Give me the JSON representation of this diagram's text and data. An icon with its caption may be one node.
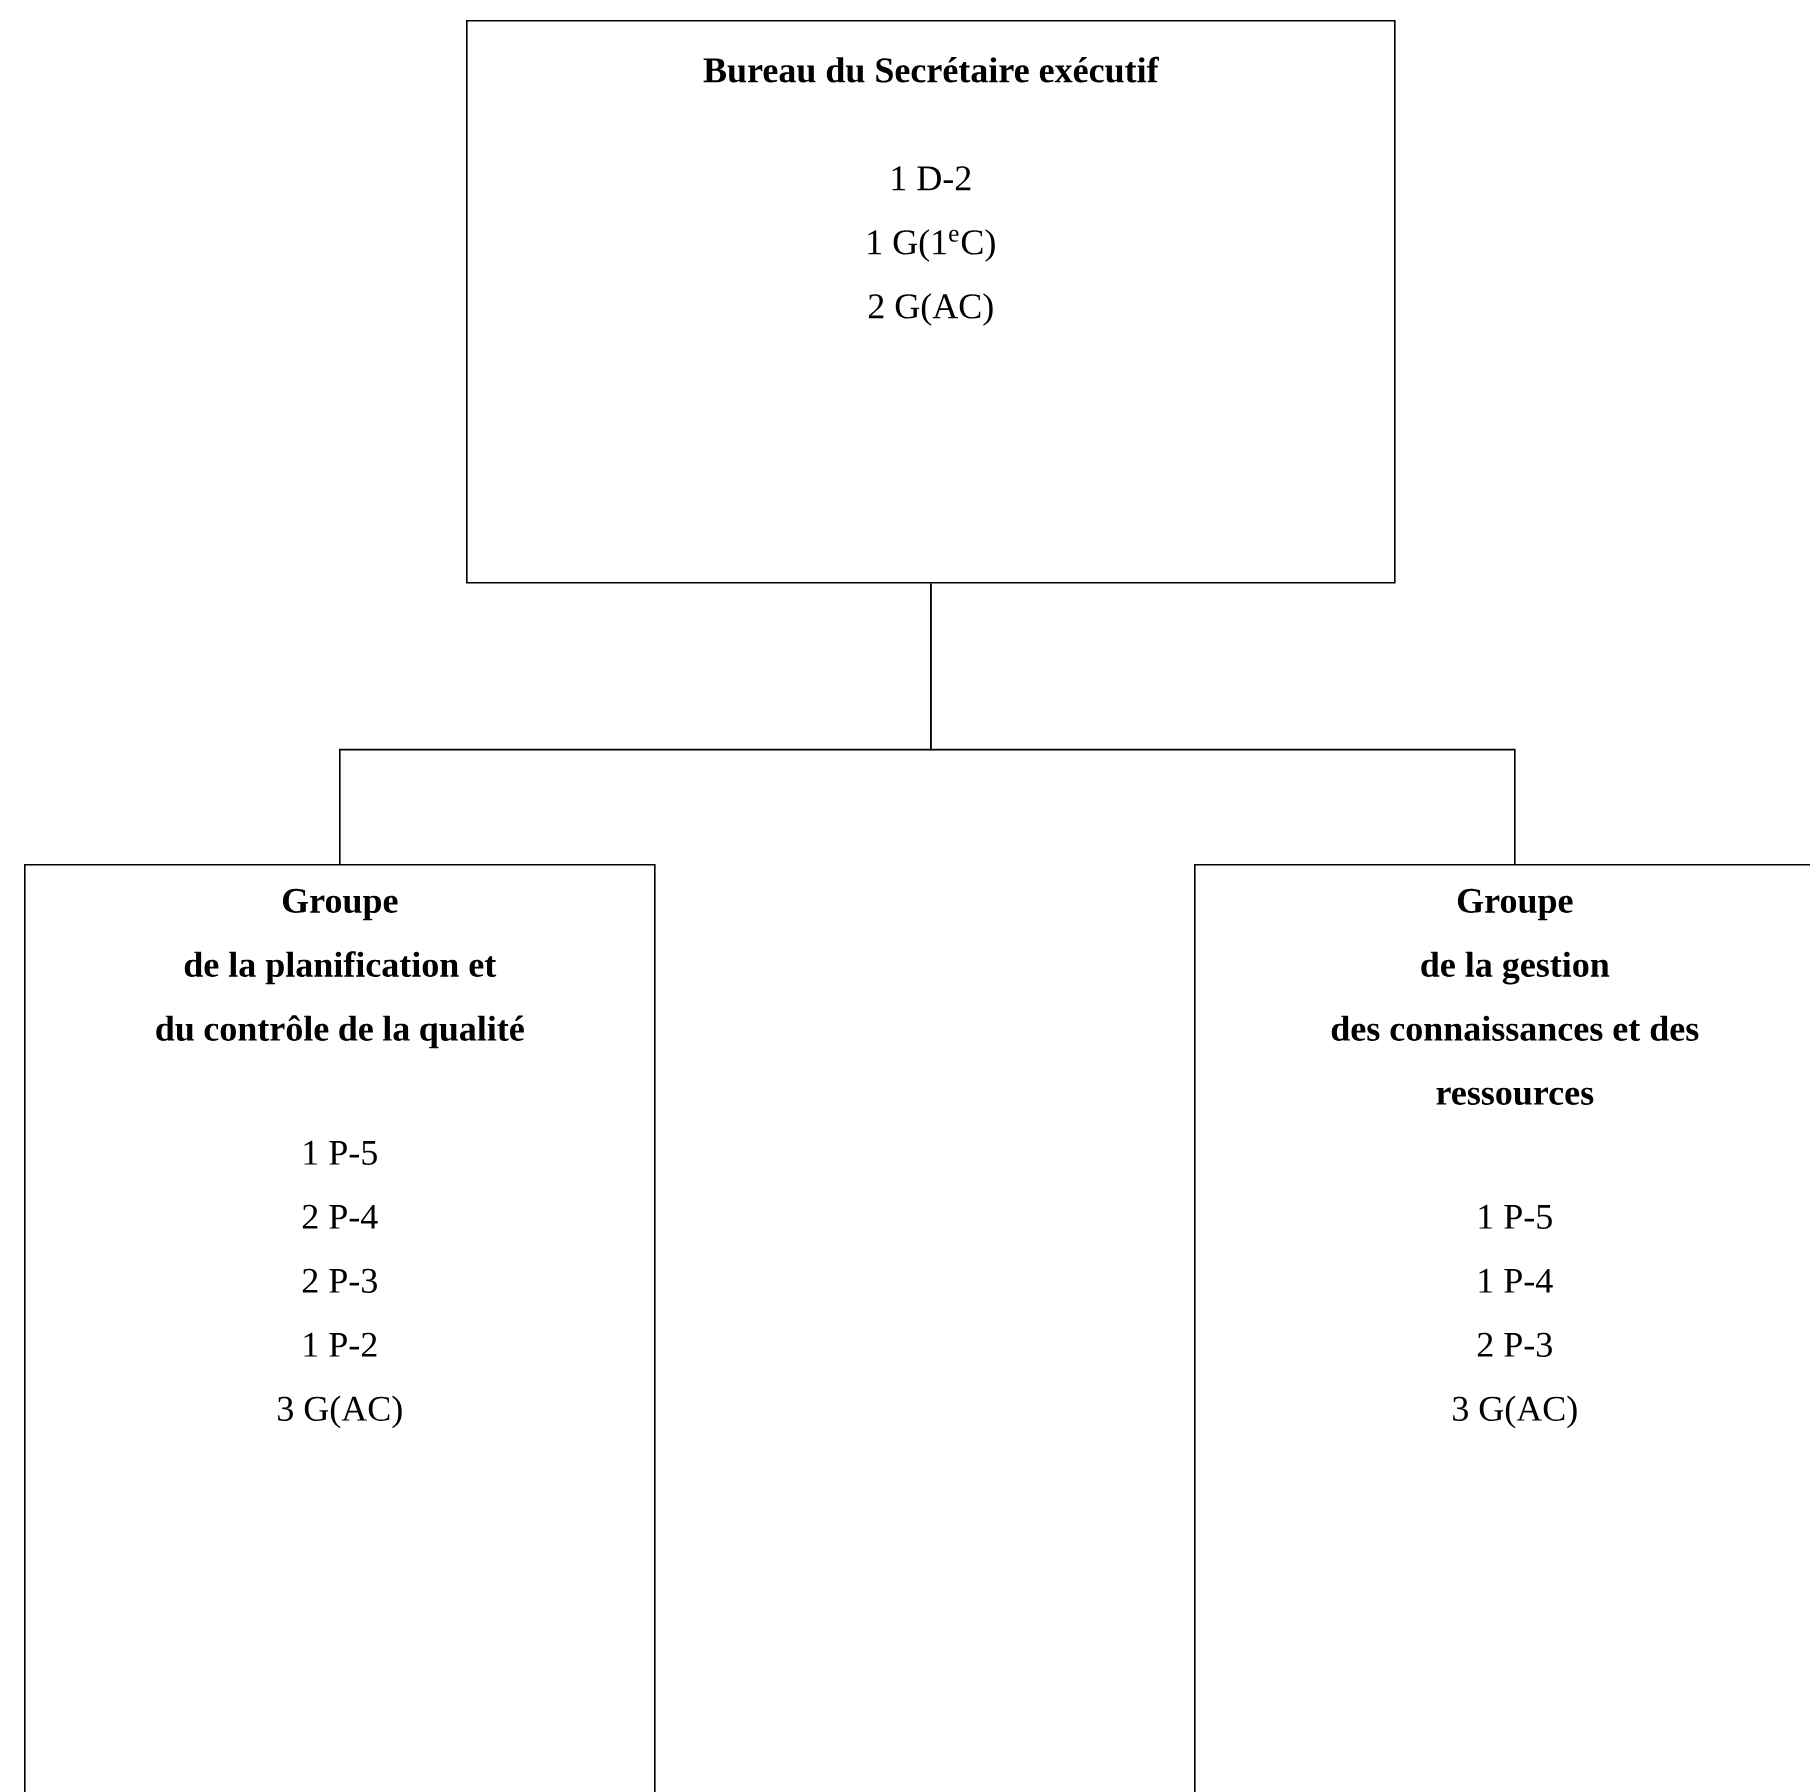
{
  "diagram": {
    "nodes": [
      {
        "text": [
          "Bureau du Secrétaire exécutif",
          "1 D-2",
          "1 G(1$^{e}$C)",
          "2 G(AC)"
        ]
      },
      {
        "text": [
          "Groupe de la planification et du contrôle de la qualité",
          "1 P-5",
          "2 P-4",
          "2 P-3",
          "1 P-2",
          "3 G(AC)"
        ]
      },
      {
        "text": [
          "Groupe de la gestion des connaissances et des ressources",
          "1 P-5",
          "1 P-4",
          "2 P-3",
          "3 G(AC)"
        ]
      }
    ],
    "edges": [
      {
        "from": 0,
        "to": 1,
        "arrow": "none"
      },
      {
        "from": 0,
        "to": 2,
        "arrow": "none"
      }
    ]
  }
}
